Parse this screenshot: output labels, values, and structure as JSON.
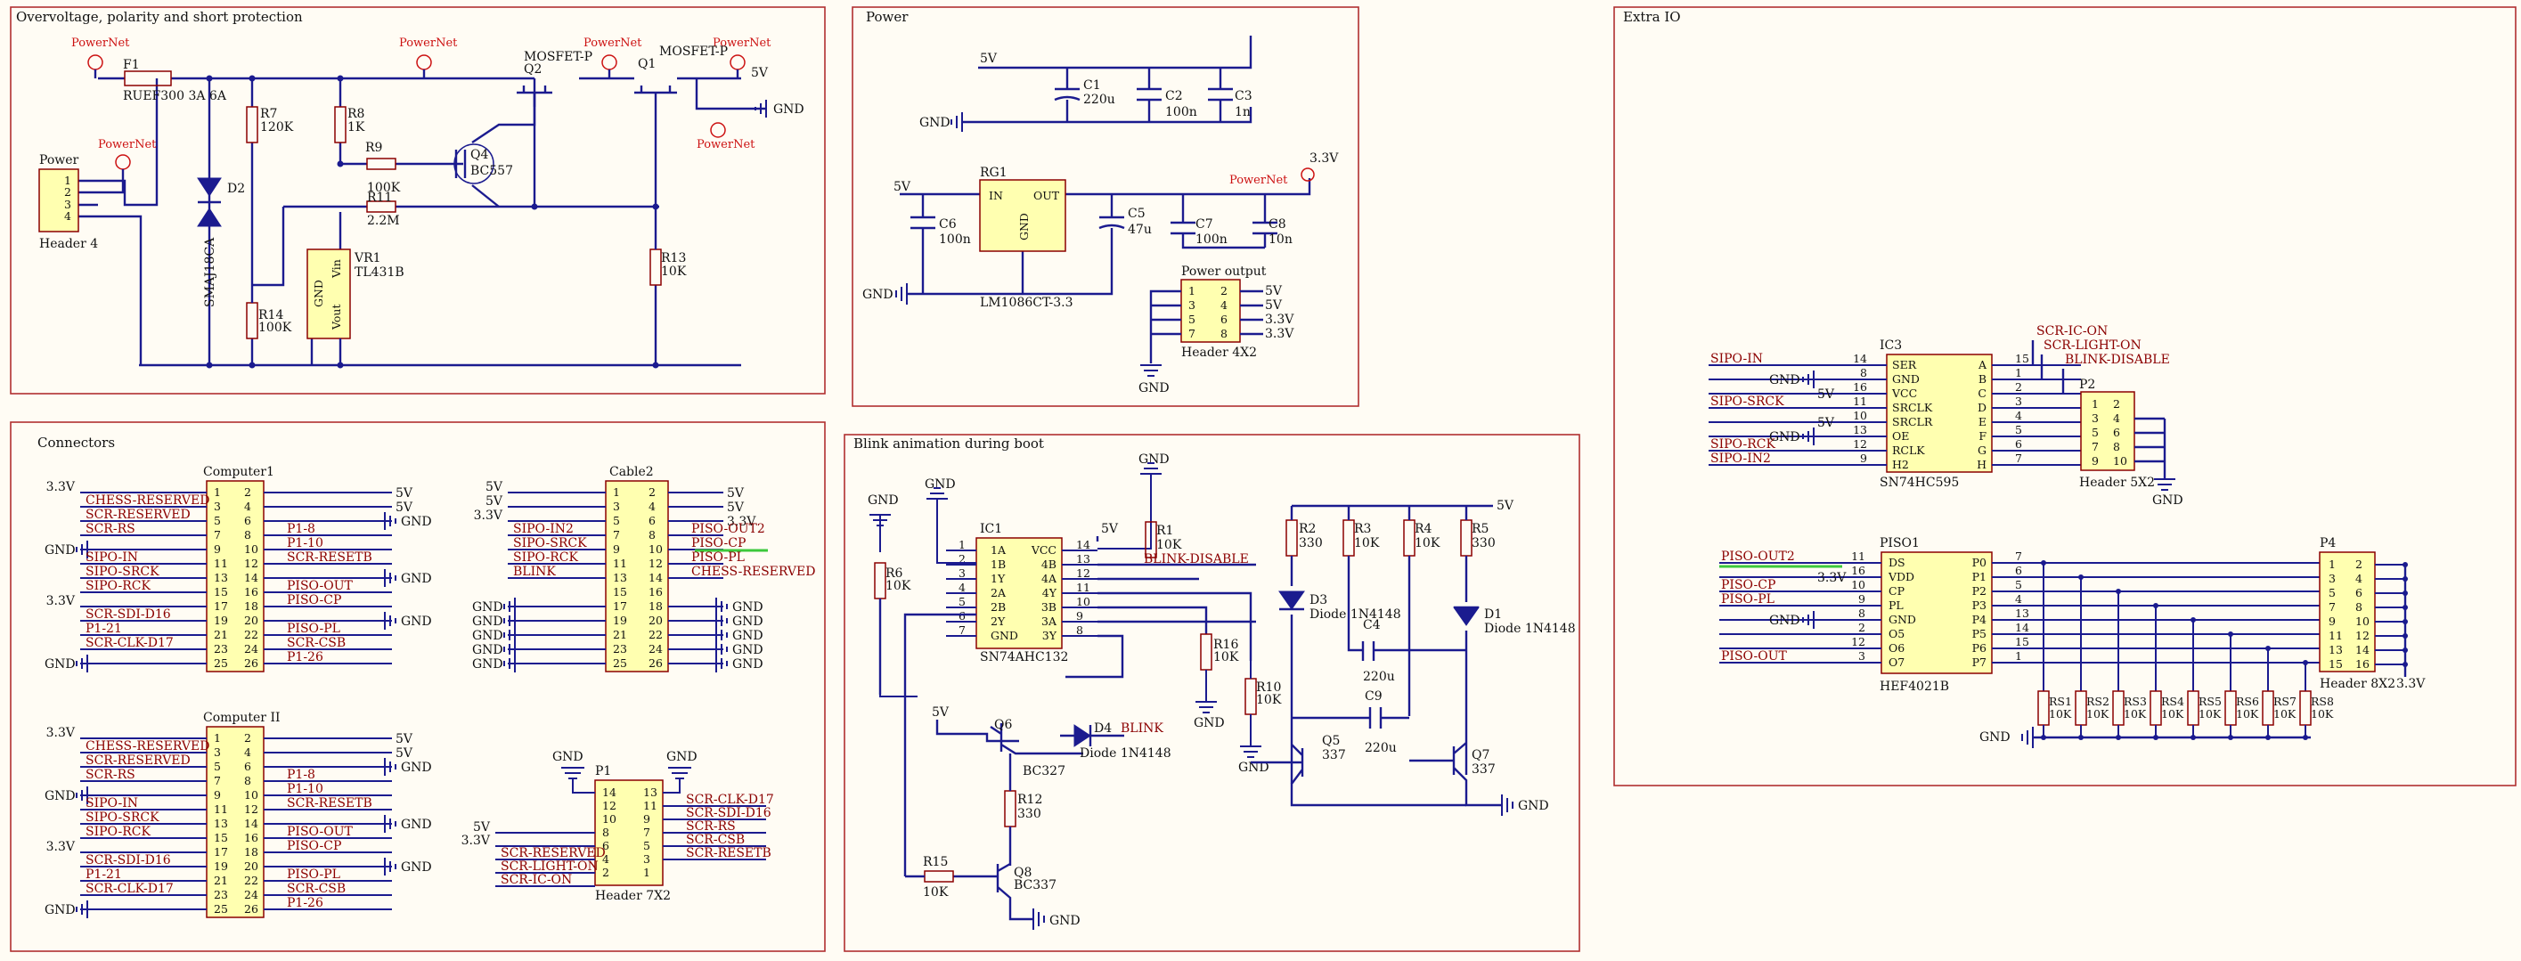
{
  "sections": {
    "overvoltage": "Overvoltage, polarity and short protection",
    "power": "Power",
    "extra_io": "Extra IO",
    "connectors": "Connectors",
    "blink": "Blink animation during boot"
  },
  "nets": {
    "5v": "5V",
    "3v3": "3.3V",
    "gnd": "GND",
    "powernet": "PowerNet"
  },
  "protection": {
    "f1_ref": "F1",
    "f1_val": "RUEF300 3A 6A",
    "header_title": "Power",
    "header_val": "Header 4",
    "header_pins": [
      "1",
      "2",
      "3",
      "4"
    ],
    "d2_ref": "D2",
    "d2_val": "SMAJ18CA",
    "r7_ref": "R7",
    "r7_val": "120K",
    "r8_ref": "R8",
    "r8_val": "1K",
    "r9_ref": "R9",
    "r11_ref": "100K",
    "r11_val": "R11",
    "r11_val2": "2.2M",
    "r14_ref": "R14",
    "r14_val": "100K",
    "q4_ref": "Q4",
    "q4_val": "BC557",
    "q2_title": "MOSFET-P",
    "q2_ref": "Q2",
    "q1_title": "MOSFET-P",
    "q1_ref": "Q1",
    "vr1_ref": "VR1",
    "vr1_val": "TL431B",
    "vr1_pins": [
      "GND",
      "Vin",
      "Vout"
    ],
    "r13_ref": "R13",
    "r13_val": "10K"
  },
  "power": {
    "c1_ref": "C1",
    "c1_val": "220u",
    "c2_ref": "C2",
    "c2_val": "100n",
    "c3_ref": "C3",
    "c3_val": "1n",
    "rg1_ref": "RG1",
    "rg1_in": "IN",
    "rg1_out": "OUT",
    "rg1_gnd": "GND",
    "rg1_val": "LM1086CT-3.3",
    "c6_ref": "C6",
    "c6_val": "100n",
    "c5_ref": "C5",
    "c5_val": "47u",
    "c7_ref": "C7",
    "c7_val": "100n",
    "c8_ref": "C8",
    "c8_val": "10n",
    "out_title": "Power output",
    "out_val": "Header 4X2",
    "out_pins": [
      [
        "1",
        "2"
      ],
      [
        "3",
        "4"
      ],
      [
        "5",
        "6"
      ],
      [
        "7",
        "8"
      ]
    ],
    "out_nets": [
      "5V",
      "5V",
      "3.3V",
      "3.3V"
    ]
  },
  "extra_io": {
    "ic3_ref": "IC3",
    "ic3_val": "SN74HC595",
    "ic3_left": [
      {
        "pin": "14",
        "name": "SER",
        "net": "SIPO-IN"
      },
      {
        "pin": "8",
        "name": "GND",
        "net": "GND"
      },
      {
        "pin": "16",
        "name": "VCC",
        "net": "5V"
      },
      {
        "pin": "11",
        "name": "SRCLK",
        "net": "SIPO-SRCK"
      },
      {
        "pin": "10",
        "name": "SRCLR",
        "net": "5V"
      },
      {
        "pin": "13",
        "name": "OE",
        "net": "GND"
      },
      {
        "pin": "12",
        "name": "RCLK",
        "net": "SIPO-RCK"
      },
      {
        "pin": "9",
        "name": "H2",
        "net": "SIPO-IN2"
      }
    ],
    "ic3_right": [
      {
        "pin": "15",
        "name": "A"
      },
      {
        "pin": "1",
        "name": "B"
      },
      {
        "pin": "2",
        "name": "C"
      },
      {
        "pin": "3",
        "name": "D"
      },
      {
        "pin": "4",
        "name": "E"
      },
      {
        "pin": "5",
        "name": "F"
      },
      {
        "pin": "6",
        "name": "G"
      },
      {
        "pin": "7",
        "name": "H"
      }
    ],
    "ic3_nets": [
      "SCR-IC-ON",
      "SCR-LIGHT-ON",
      "BLINK-DISABLE"
    ],
    "p2_ref": "P2",
    "p2_val": "Header 5X2",
    "p2_pins": [
      [
        "1",
        "2"
      ],
      [
        "3",
        "4"
      ],
      [
        "5",
        "6"
      ],
      [
        "7",
        "8"
      ],
      [
        "9",
        "10"
      ]
    ],
    "piso_ref": "PISO1",
    "piso_val": "HEF4021B",
    "piso_left": [
      {
        "pin": "11",
        "name": "DS",
        "net": "PISO-OUT2"
      },
      {
        "pin": "16",
        "name": "VDD",
        "net": "3.3V"
      },
      {
        "pin": "10",
        "name": "CP",
        "net": "PISO-CP"
      },
      {
        "pin": "9",
        "name": "PL",
        "net": "PISO-PL"
      },
      {
        "pin": "8",
        "name": "GND",
        "net": "GND"
      },
      {
        "pin": "2",
        "name": "O5",
        "net": ""
      },
      {
        "pin": "12",
        "name": "O6",
        "net": ""
      },
      {
        "pin": "3",
        "name": "O7",
        "net": "PISO-OUT"
      }
    ],
    "piso_right": [
      {
        "pin": "7",
        "name": "P0"
      },
      {
        "pin": "6",
        "name": "P1"
      },
      {
        "pin": "5",
        "name": "P2"
      },
      {
        "pin": "4",
        "name": "P3"
      },
      {
        "pin": "13",
        "name": "P4"
      },
      {
        "pin": "14",
        "name": "P5"
      },
      {
        "pin": "15",
        "name": "P6"
      },
      {
        "pin": "1",
        "name": "P7"
      }
    ],
    "p4_ref": "P4",
    "p4_val": "Header 8X2",
    "p4_pins": [
      [
        "1",
        "2"
      ],
      [
        "3",
        "4"
      ],
      [
        "5",
        "6"
      ],
      [
        "7",
        "8"
      ],
      [
        "9",
        "10"
      ],
      [
        "11",
        "12"
      ],
      [
        "13",
        "14"
      ],
      [
        "15",
        "16"
      ]
    ],
    "rs": [
      {
        "ref": "RS1",
        "val": "10K"
      },
      {
        "ref": "RS2",
        "val": "10K"
      },
      {
        "ref": "RS3",
        "val": "10K"
      },
      {
        "ref": "RS4",
        "val": "10K"
      },
      {
        "ref": "RS5",
        "val": "10K"
      },
      {
        "ref": "RS6",
        "val": "10K"
      },
      {
        "ref": "RS7",
        "val": "10K"
      },
      {
        "ref": "RS8",
        "val": "10K"
      }
    ]
  },
  "connectors": {
    "computer1": {
      "title": "Computer1",
      "rows": [
        {
          "l": "3.3V",
          "a": "1",
          "b": "2",
          "r": "5V"
        },
        {
          "l": "CHESS-RESERVED",
          "a": "3",
          "b": "4",
          "r": "5V"
        },
        {
          "l": "SCR-RESERVED",
          "a": "5",
          "b": "6",
          "r": "GND"
        },
        {
          "l": "SCR-RS",
          "a": "7",
          "b": "8",
          "r": "P1-8"
        },
        {
          "l": "GND",
          "a": "9",
          "b": "10",
          "r": "P1-10"
        },
        {
          "l": "SIPO-IN",
          "a": "11",
          "b": "12",
          "r": "SCR-RESETB"
        },
        {
          "l": "SIPO-SRCK",
          "a": "13",
          "b": "14",
          "r": "GND"
        },
        {
          "l": "SIPO-RCK",
          "a": "15",
          "b": "16",
          "r": "PISO-OUT"
        },
        {
          "l": "3.3V",
          "a": "17",
          "b": "18",
          "r": "PISO-CP"
        },
        {
          "l": "SCR-SDI-D16",
          "a": "19",
          "b": "20",
          "r": "GND"
        },
        {
          "l": "P1-21",
          "a": "21",
          "b": "22",
          "r": "PISO-PL"
        },
        {
          "l": "SCR-CLK-D17",
          "a": "23",
          "b": "24",
          "r": "SCR-CSB"
        },
        {
          "l": "GND",
          "a": "25",
          "b": "26",
          "r": "P1-26"
        }
      ]
    },
    "computer2": {
      "title": "Computer II"
    },
    "cable2": {
      "title": "Cable2",
      "rows": [
        {
          "l": "5V",
          "a": "1",
          "b": "2",
          "r": "5V"
        },
        {
          "l": "5V",
          "a": "3",
          "b": "4",
          "r": "5V"
        },
        {
          "l": "3.3V",
          "a": "5",
          "b": "6",
          "r": "3.3V"
        },
        {
          "l": "SIPO-IN2",
          "a": "7",
          "b": "8",
          "r": "PISO-OUT2"
        },
        {
          "l": "SIPO-SRCK",
          "a": "9",
          "b": "10",
          "r": "PISO-CP"
        },
        {
          "l": "SIPO-RCK",
          "a": "11",
          "b": "12",
          "r": "PISO-PL"
        },
        {
          "l": "BLINK",
          "a": "13",
          "b": "14",
          "r": "CHESS-RESERVED"
        },
        {
          "l": "",
          "a": "15",
          "b": "16",
          "r": ""
        },
        {
          "l": "GND",
          "a": "17",
          "b": "18",
          "r": "GND"
        },
        {
          "l": "GND",
          "a": "19",
          "b": "20",
          "r": "GND"
        },
        {
          "l": "GND",
          "a": "21",
          "b": "22",
          "r": "GND"
        },
        {
          "l": "GND",
          "a": "23",
          "b": "24",
          "r": "GND"
        },
        {
          "l": "GND",
          "a": "25",
          "b": "26",
          "r": "GND"
        }
      ]
    },
    "p1": {
      "title": "P1",
      "val": "Header 7X2",
      "rows": [
        {
          "l": "",
          "a": "14",
          "b": "13",
          "r": ""
        },
        {
          "l": "",
          "a": "12",
          "b": "11",
          "r": "SCR-CLK-D17"
        },
        {
          "l": "",
          "a": "10",
          "b": "9",
          "r": "SCR-SDI-D16"
        },
        {
          "l": "5V",
          "a": "8",
          "b": "7",
          "r": "SCR-RS"
        },
        {
          "l": "3.3V",
          "a": "6",
          "b": "5",
          "r": "SCR-CSB"
        },
        {
          "l": "SCR-RESERVED",
          "a": "4",
          "b": "3",
          "r": "SCR-RESETB"
        },
        {
          "l": "SCR-LIGHT-ON",
          "a": "2",
          "b": "1",
          "r": ""
        },
        {
          "l": "SCR-IC-ON",
          "a": "",
          "b": "",
          "r": ""
        }
      ]
    }
  },
  "blink": {
    "ic1_ref": "IC1",
    "ic1_val": "SN74AHC132",
    "ic1_left": [
      {
        "pin": "1",
        "name": "1A"
      },
      {
        "pin": "2",
        "name": "1B"
      },
      {
        "pin": "3",
        "name": "1Y"
      },
      {
        "pin": "4",
        "name": "2A"
      },
      {
        "pin": "5",
        "name": "2B"
      },
      {
        "pin": "6",
        "name": "2Y"
      },
      {
        "pin": "7",
        "name": "GND"
      }
    ],
    "ic1_right": [
      {
        "pin": "14",
        "name": "VCC"
      },
      {
        "pin": "13",
        "name": "4B"
      },
      {
        "pin": "12",
        "name": "4A"
      },
      {
        "pin": "11",
        "name": "4Y"
      },
      {
        "pin": "10",
        "name": "3B"
      },
      {
        "pin": "9",
        "name": "3A"
      },
      {
        "pin": "8",
        "name": "3Y"
      }
    ],
    "r6_ref": "R6",
    "r6_val": "10K",
    "r1_ref": "R1",
    "r1_val": "10K",
    "blink_disable": "BLINK-DISABLE",
    "r16_ref": "R16",
    "r16_val": "10K",
    "r10_ref": "R10",
    "r10_val": "10K",
    "r2_ref": "R2",
    "r2_val": "330",
    "r3_ref": "R3",
    "r3_val": "10K",
    "r4_ref": "R4",
    "r4_val": "10K",
    "r5_ref": "R5",
    "r5_val": "330",
    "d3_ref": "D3",
    "d3_val": "Diode 1N4148",
    "d1_ref": "D1",
    "d1_val": "Diode 1N4148",
    "c4_ref": "C4",
    "c4_val": "220u",
    "c9_ref": "C9",
    "c9_val": "220u",
    "q5_ref": "Q5",
    "q5_val": "337",
    "q7_ref": "Q7",
    "q7_val": "337",
    "q6_ref": "Q6",
    "q6_val": "BC327",
    "d4_ref": "D4",
    "d4_val": "Diode 1N4148",
    "d4_net": "BLINK",
    "r12_ref": "R12",
    "r12_val": "330",
    "r15_ref": "R15",
    "r15_val": "10K",
    "q8_ref": "Q8",
    "q8_val": "BC337"
  },
  "colors": {
    "wire": "#1B1B8F",
    "frame": "#B03030",
    "chip_fill": "#FFFFB0",
    "net_label": "#8B0000",
    "powernet": "#CC1111",
    "highlight": "#3CC83C",
    "background": "#FFFCF4"
  },
  "highlighted_nets": [
    "PISO-OUT2"
  ]
}
